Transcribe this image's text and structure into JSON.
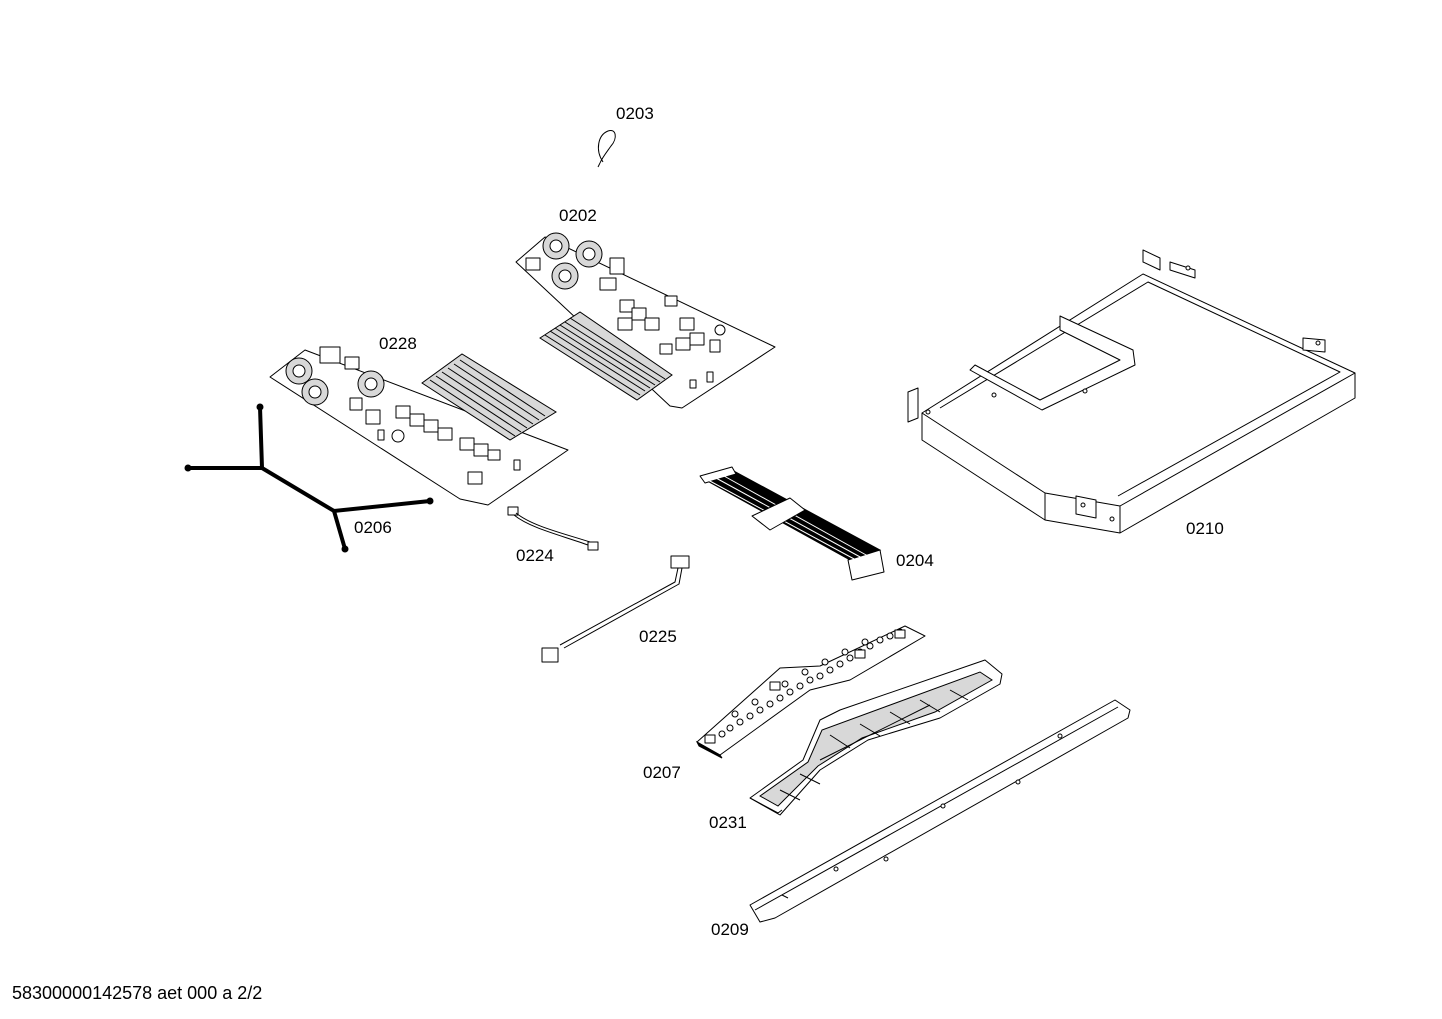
{
  "parts": {
    "p0203": "0203",
    "p0202": "0202",
    "p0228": "0228",
    "p0210": "0210",
    "p0206": "0206",
    "p0224": "0224",
    "p0204": "0204",
    "p0225": "0225",
    "p0207": "0207",
    "p0231": "0231",
    "p0209": "0209"
  },
  "footer": {
    "code": "58300000142578 aet 000 a 2/2"
  }
}
